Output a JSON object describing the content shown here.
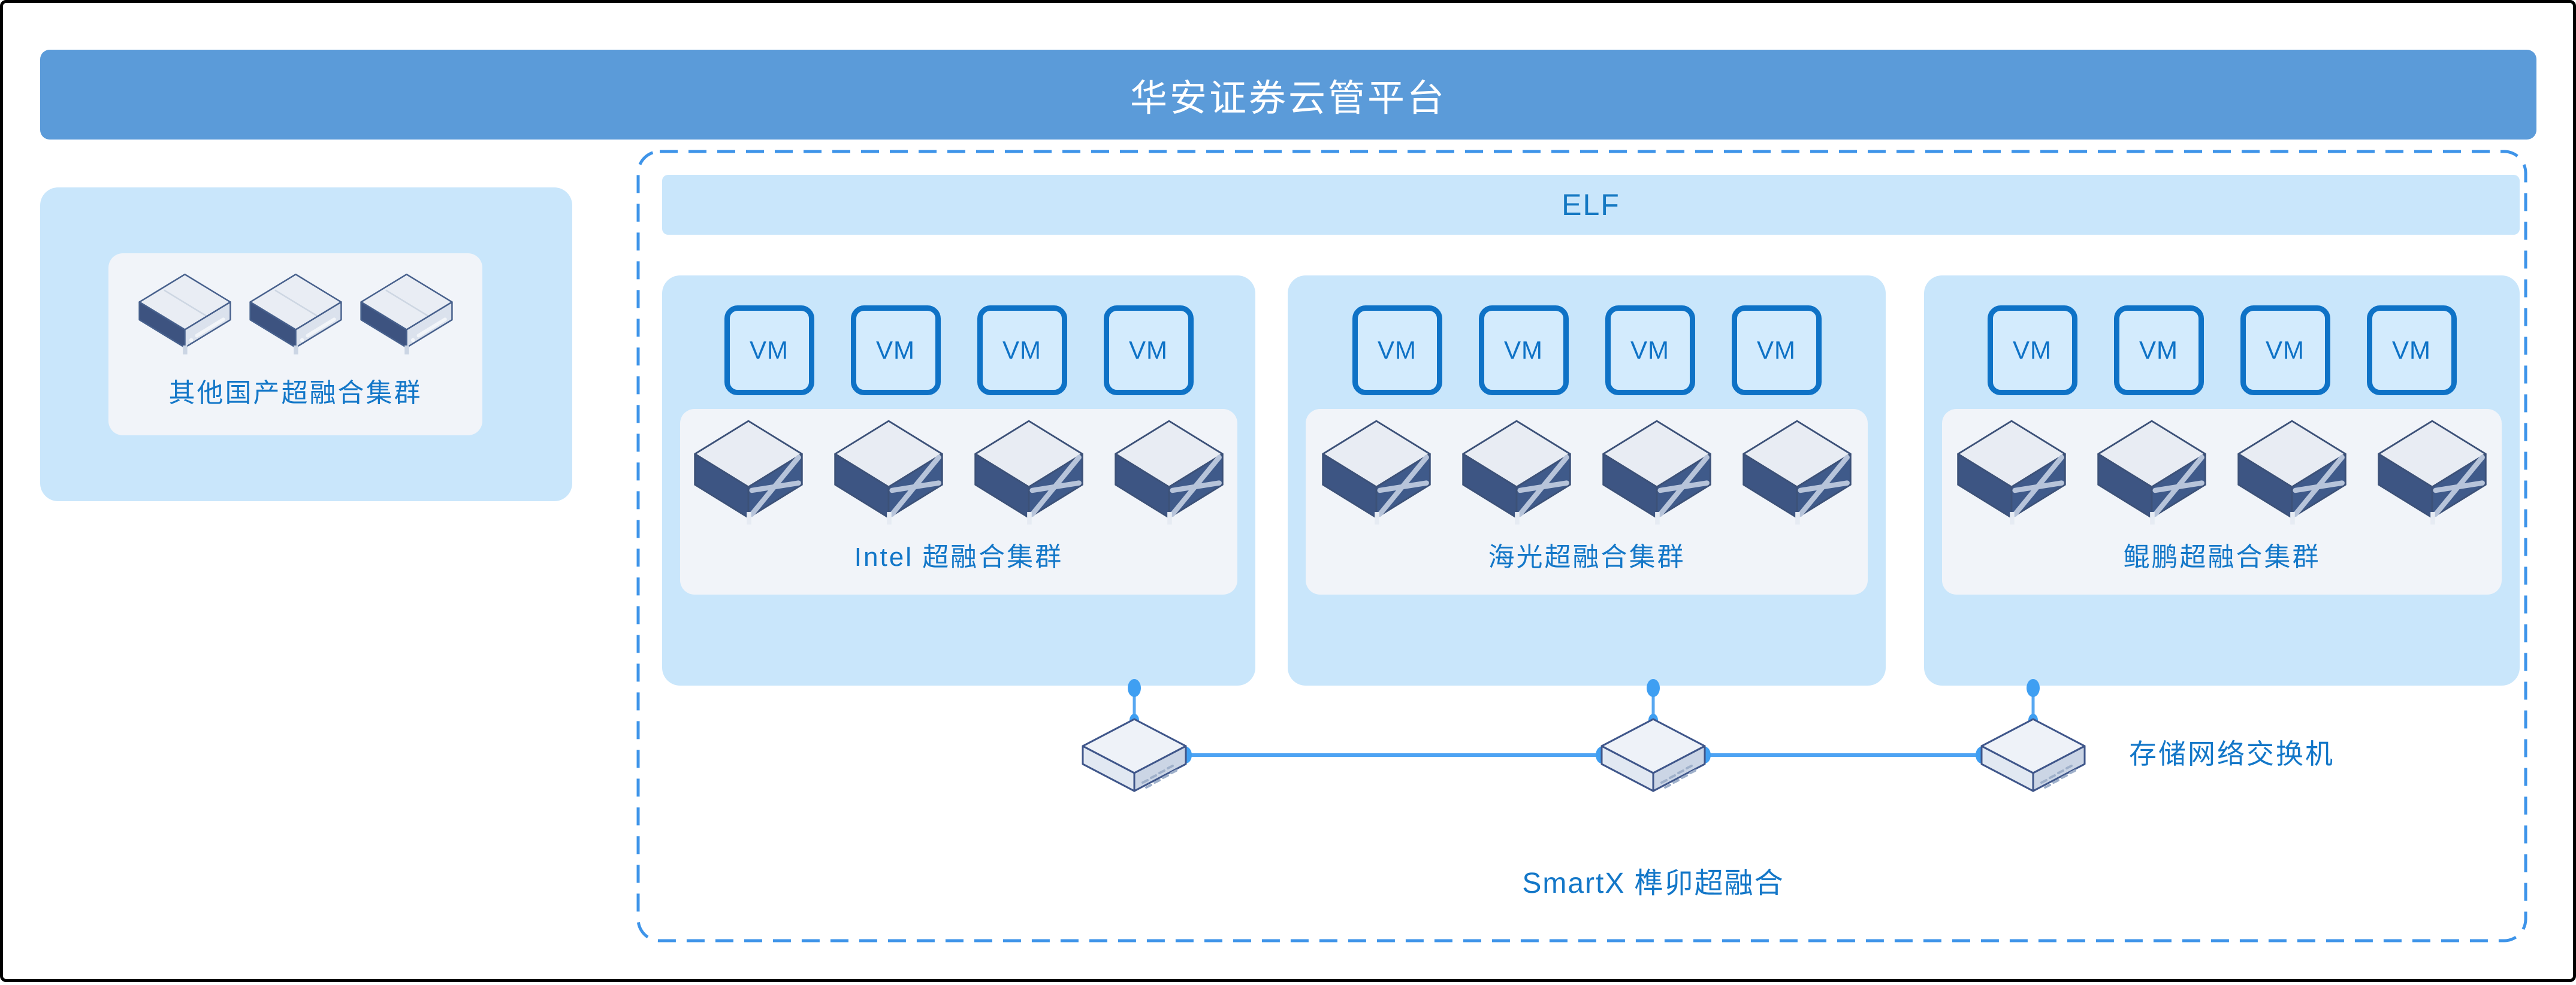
{
  "title": "华安证券云管平台",
  "other_cluster": {
    "label": "其他国产超融合集群",
    "server_count": 3
  },
  "elf_bar": {
    "label": "ELF"
  },
  "clusters": [
    {
      "id": "intel",
      "label": "Intel 超融合集群",
      "vms": [
        "VM",
        "VM",
        "VM",
        "VM"
      ],
      "server_count": 4
    },
    {
      "id": "hygon",
      "label": "海光超融合集群",
      "vms": [
        "VM",
        "VM",
        "VM",
        "VM"
      ],
      "server_count": 4
    },
    {
      "id": "kunpeng",
      "label": "鲲鹏超融合集群",
      "vms": [
        "VM",
        "VM",
        "VM",
        "VM"
      ],
      "server_count": 4
    }
  ],
  "storage_switch": {
    "label": "存储网络交换机",
    "count": 3
  },
  "smartx": {
    "label": "SmartX 榫卯超融合"
  },
  "colors": {
    "banner": "#5b9bd9",
    "panel_blue": "#c9e6fb",
    "inner_panel": "#f1f4f9",
    "vm_fill": "#d3ebfd",
    "vm_border": "#0e72c6",
    "label_blue": "#1377c8",
    "dashed_border": "#3e94e9",
    "connector": "#4da3f3"
  }
}
